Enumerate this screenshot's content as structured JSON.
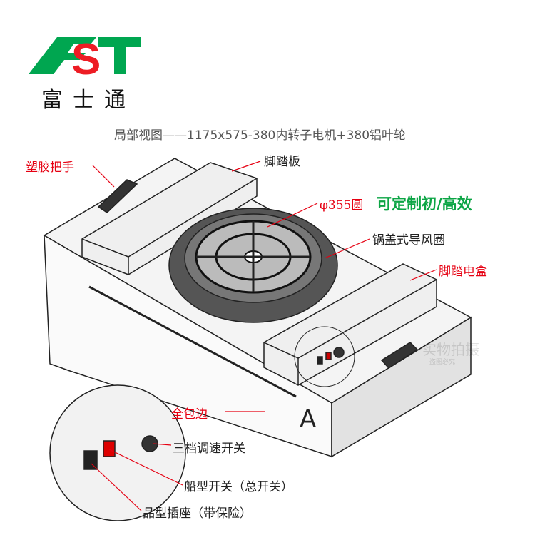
{
  "brand": {
    "logo_text": "FST",
    "name_cn": "富士通",
    "green": "#00a650",
    "red": "#ed1c24"
  },
  "subtitle": "局部视图——1175x575-380内转子电机+380铝叶轮",
  "labels": {
    "handle": "塑胶把手",
    "footboard": "脚踏板",
    "fan_size": "φ355圆",
    "filter": "可定制初/高效",
    "inlet_ring": "锅盖式导风圈",
    "pedal_box": "脚踏电盒",
    "full_edge": "全包边",
    "speed_switch": "三档调速开关",
    "rocker_switch": "船型开关（总开关）",
    "socket": "品型插座（带保险）",
    "view_mark": "A"
  },
  "watermark": {
    "line1": "实物拍摄",
    "line2": "盗图必究"
  },
  "colors": {
    "label_red": "#e60012",
    "label_green": "#0ca545"
  }
}
